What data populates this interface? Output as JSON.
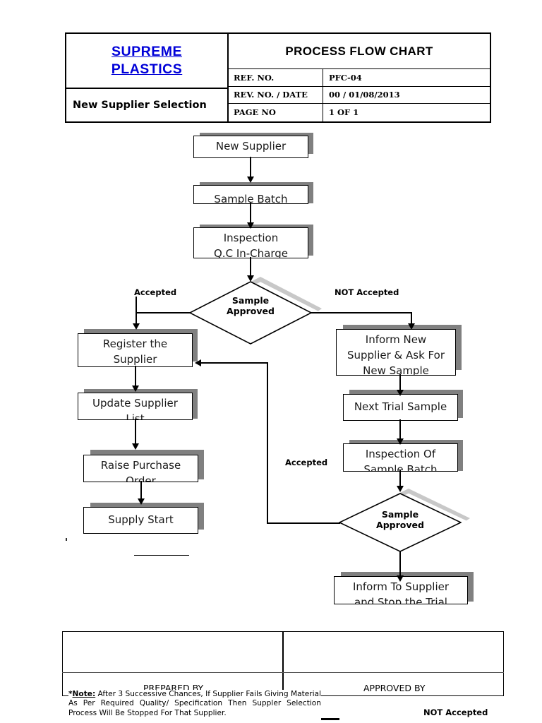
{
  "header": {
    "company_line1": "SUPREME",
    "company_line2": "PLASTICS",
    "document_name": "New Supplier Selection",
    "title": "PROCESS FLOW CHART",
    "rows": [
      {
        "key": "REF. NO.",
        "value": "PFC-04"
      },
      {
        "key": "REV. NO. / DATE",
        "value": "00 / 01/08/2013"
      },
      {
        "key": "PAGE NO",
        "value": "1 OF 1"
      }
    ],
    "brand_color": "#0000d8"
  },
  "flow": {
    "nodes": [
      {
        "id": "new-supplier",
        "label": "New Supplier"
      },
      {
        "id": "sample-batch",
        "label": "Sample Batch"
      },
      {
        "id": "inspection-qc",
        "label": "Inspection\nQ.C In-Charge"
      },
      {
        "id": "sample-approved-1",
        "label": "Sample\nApproved"
      },
      {
        "id": "register-supplier",
        "label": "Register the\nSupplier"
      },
      {
        "id": "update-supplier-list",
        "label": "Update Supplier\nList"
      },
      {
        "id": "raise-purchase-order",
        "label": "Raise Purchase\nOrder"
      },
      {
        "id": "supply-start",
        "label": "Supply Start"
      },
      {
        "id": "inform-new-supplier",
        "label": "Inform New\nSupplier & Ask For\nNew Sample"
      },
      {
        "id": "next-trial-sample",
        "label": "Next Trial Sample"
      },
      {
        "id": "inspection-sample",
        "label": "Inspection Of\nSample Batch"
      },
      {
        "id": "sample-approved-2",
        "label": "Sample\nApproved"
      },
      {
        "id": "inform-stop-trial",
        "label": "Inform To Supplier\nand Stop the Trial"
      }
    ],
    "edge_labels": {
      "accepted_left": "Accepted",
      "not_accepted_right": "NOT Accepted",
      "accepted_loop": "Accepted",
      "not_accepted_bottom": "NOT Accepted"
    },
    "shadow_color": "#808080",
    "diamond_shadow_color": "#c8c8c8"
  },
  "signoff": {
    "prepared_by": "PREPARED BY",
    "approved_by": "APPROVED BY"
  },
  "note": {
    "marker": "*",
    "label": "Note:",
    "text": " After 3 Successive Chances, If Supplier Fails Giving Material As Per Required Quality/ Specification Then Suppler Selection Process Will Be Stopped For That Supplier."
  }
}
